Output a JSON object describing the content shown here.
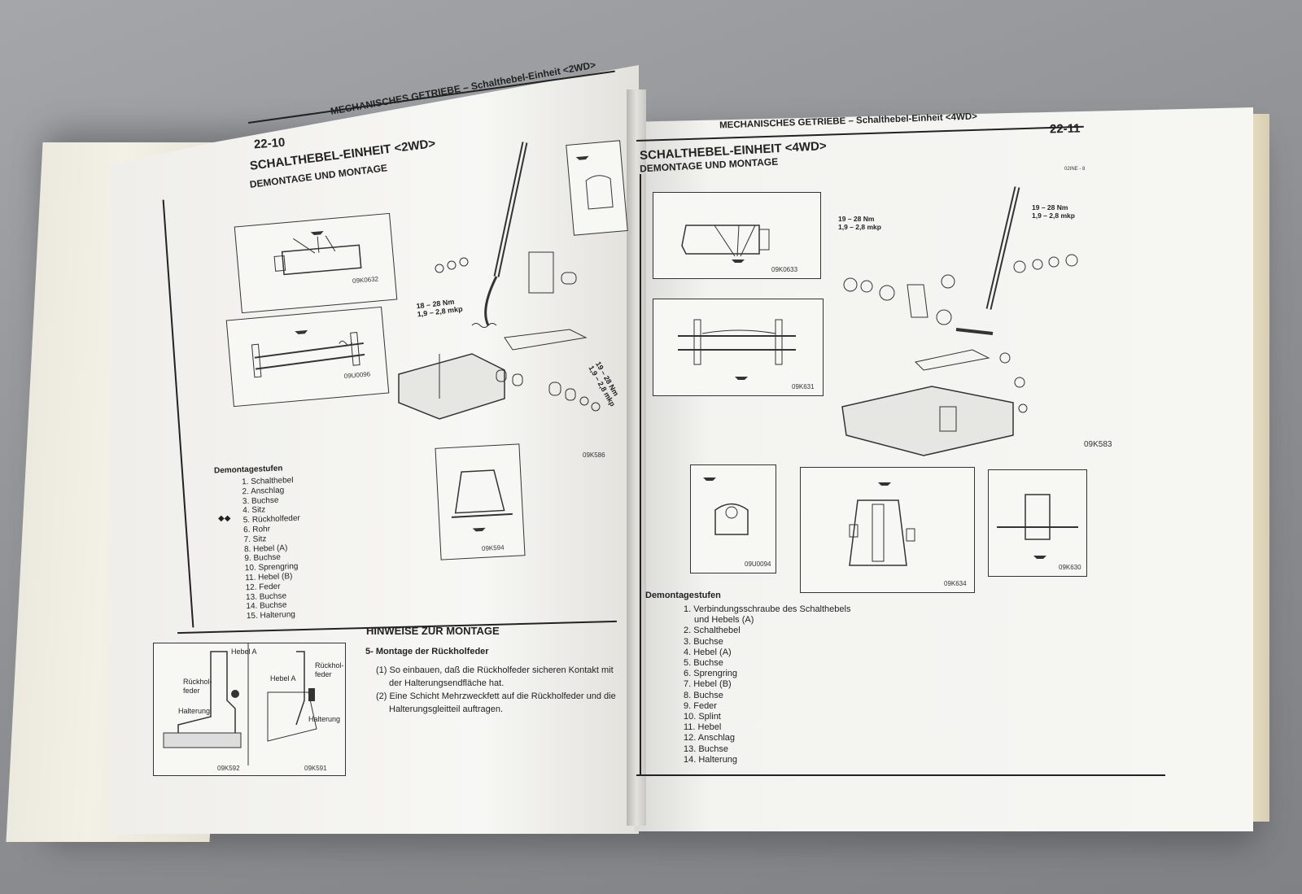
{
  "left_page": {
    "page_number": "22-10",
    "header": "MECHANISCHES GETRIEBE – Schalthebel-Einheit <2WD>",
    "title": "SCHALTHEBEL-EINHEIT <2WD>",
    "subtitle": "DEMONTAGE UND MONTAGE",
    "figure_codes": [
      "09K0632",
      "09U0096",
      "09K586",
      "09K594",
      "09K592",
      "09K591"
    ],
    "torque_spec": [
      "18 – 28 Nm",
      "1,9 – 2,8 mkp"
    ],
    "torque_spec_2": [
      "19 – 28 Nm",
      "1,9 – 2,8 mkp"
    ],
    "steps_title": "Demontagestufen",
    "steps": [
      "1. Schalthebel",
      "2. Anschlag",
      "3. Buchse",
      "4. Sitz",
      "5. Rückholfeder",
      "6. Rohr",
      "7. Sitz",
      "8. Hebel (A)",
      "9. Buchse",
      "10. Sprengring",
      "11. Hebel (B)",
      "12. Feder",
      "13. Buchse",
      "14. Buchse",
      "15. Halterung"
    ],
    "marker": "◆◆",
    "notes_title": "HINWEISE ZUR MONTAGE",
    "notes_subtitle": "5- Montage der Rückholfeder",
    "notes": [
      "(1) So einbauen, daß die Rückholfeder sicheren Kontakt mit",
      "der Halterungsendfläche hat.",
      "(2) Eine Schicht Mehrzweckfett auf die Rückholfeder und die",
      "Halterungsgleitteil auftragen."
    ],
    "bottom_labels": [
      "Hebel A",
      "Rückhol-",
      "feder",
      "Halterung",
      "Hebel A",
      "Rückhol-",
      "feder",
      "Halterung"
    ]
  },
  "right_page": {
    "page_number": "22-11",
    "header": "MECHANISCHES GETRIEBE – Schalthebel-Einheit <4WD>",
    "title": "SCHALTHEBEL-EINHEIT <4WD>",
    "subtitle": "DEMONTAGE UND MONTAGE",
    "corner_code": "02INE - 8",
    "figure_codes": [
      "09K0633",
      "09K631",
      "09K583",
      "09U0094",
      "09K634",
      "09K630"
    ],
    "torque_spec_a": [
      "19 – 28 Nm",
      "1,9 – 2,8 mkp"
    ],
    "torque_spec_b": [
      "19 – 28 Nm",
      "1,9 – 2,8 mkp"
    ],
    "steps_title": "Demontagestufen",
    "steps": [
      "1. Verbindungsschraube des Schalthebels",
      "und Hebels (A)",
      "2. Schalthebel",
      "3. Buchse",
      "4. Hebel (A)",
      "5. Buchse",
      "6. Sprengring",
      "7. Hebel (B)",
      "8. Buchse",
      "9. Feder",
      "10. Splint",
      "11. Hebel",
      "12. Anschlag",
      "13. Buchse",
      "14. Halterung"
    ]
  },
  "colors": {
    "paper": "#f5f5f2",
    "ink": "#222222",
    "background": "#8f9194",
    "page_edge": "#ede6d2"
  }
}
